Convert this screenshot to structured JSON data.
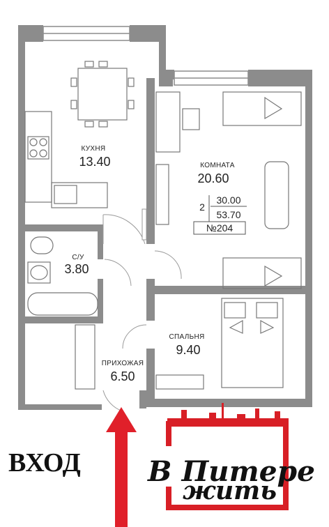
{
  "rooms": {
    "kitchen": {
      "name": "КУХНЯ",
      "area": "13.40"
    },
    "room": {
      "name": "КОМНАТА",
      "area": "20.60"
    },
    "bathroom": {
      "name": "С/У",
      "area": "3.80"
    },
    "bedroom": {
      "name": "СПАЛЬНЯ",
      "area": "9.40"
    },
    "hallway": {
      "name": "ПРИХОЖАЯ",
      "area": "6.50"
    }
  },
  "apartment": {
    "rooms_count": "2",
    "living_area": "30.00",
    "total_area": "53.70",
    "number": "№204"
  },
  "entrance": {
    "label": "ВХОД"
  },
  "logo": {
    "line1": "В Питере",
    "line2": "жить"
  },
  "colors": {
    "wall": "#8c8c8c",
    "arrow": "#e0202a",
    "logo_red": "#d81f26"
  }
}
